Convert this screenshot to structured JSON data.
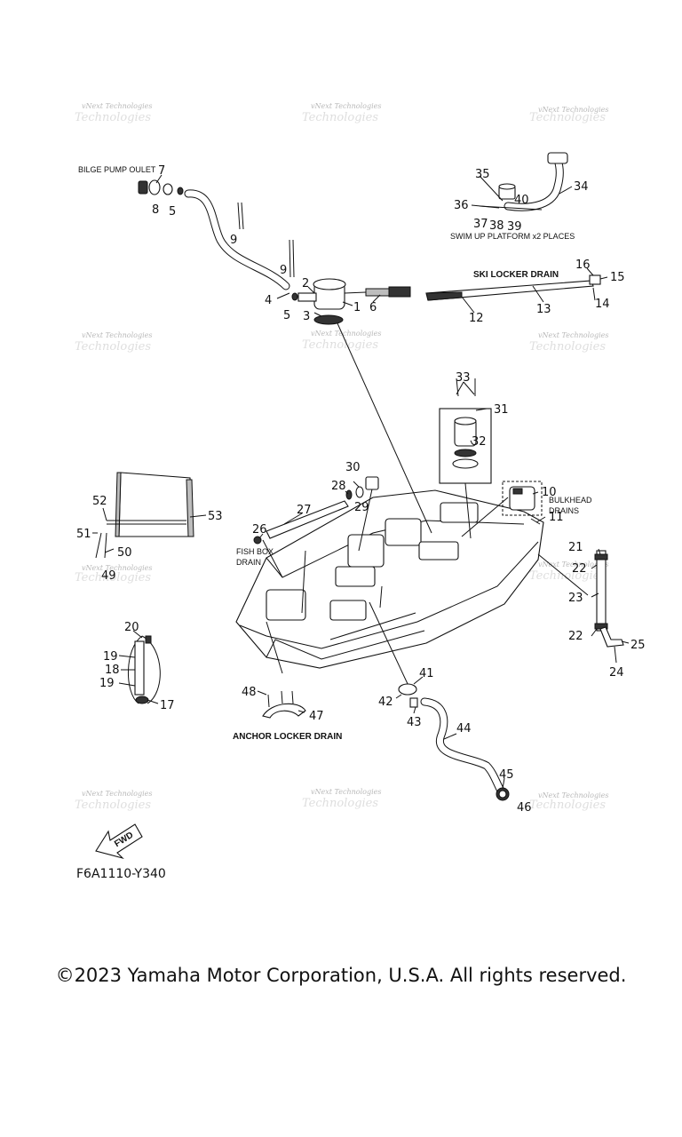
{
  "diagram": {
    "code": "F6A1110-Y340",
    "captions": {
      "bilge_pump_outlet": "BILGE PUMP OULET",
      "swim_up": "SWIM UP PLATFORM x2 PLACES",
      "ski_locker_drain": "SKI LOCKER DRAIN",
      "fish_box_line1": "FISH BOX",
      "fish_box_line2": "DRAIN",
      "bulkhead_line1": "BULKHEAD",
      "bulkhead_line2": "DRAINS",
      "anchor_locker_drain": "ANCHOR LOCKER DRAIN",
      "fwd": "FWD"
    },
    "watermark": "vNext Technologies",
    "part_numbers": [
      "1",
      "2",
      "3",
      "4",
      "5",
      "5",
      "6",
      "7",
      "8",
      "9",
      "9",
      "10",
      "11",
      "12",
      "13",
      "14",
      "15",
      "16",
      "17",
      "18",
      "19",
      "19",
      "20",
      "21",
      "22",
      "22",
      "23",
      "24",
      "25",
      "26",
      "27",
      "28",
      "29",
      "30",
      "31",
      "32",
      "33",
      "34",
      "35",
      "36",
      "37",
      "38",
      "39",
      "40",
      "41",
      "42",
      "43",
      "44",
      "45",
      "46",
      "47",
      "48",
      "49",
      "50",
      "51",
      "52",
      "53"
    ]
  },
  "footer": {
    "copyright": "©2023 Yamaha Motor Corporation, U.S.A. All rights reserved."
  }
}
